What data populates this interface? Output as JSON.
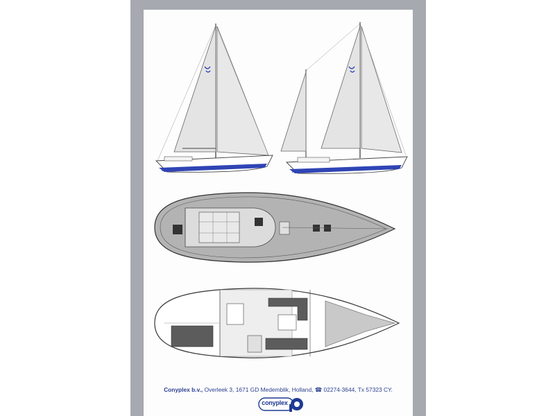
{
  "footer": {
    "company": "Conyplex b.v.,",
    "address": "Overleek 3, 1671 GD Medemblik, Holland,",
    "phone_icon": "phone-icon",
    "phone": "02274-3644, Tx 57323 CY."
  },
  "logo": {
    "text": "conyplex"
  },
  "colors": {
    "frame": "#a6a9b0",
    "page": "#fdfdfd",
    "hull_stripe": "#2f45b5",
    "sail": "#e4e4e4",
    "deck": "#b3b3b3",
    "brand_blue": "#1f3a93"
  }
}
